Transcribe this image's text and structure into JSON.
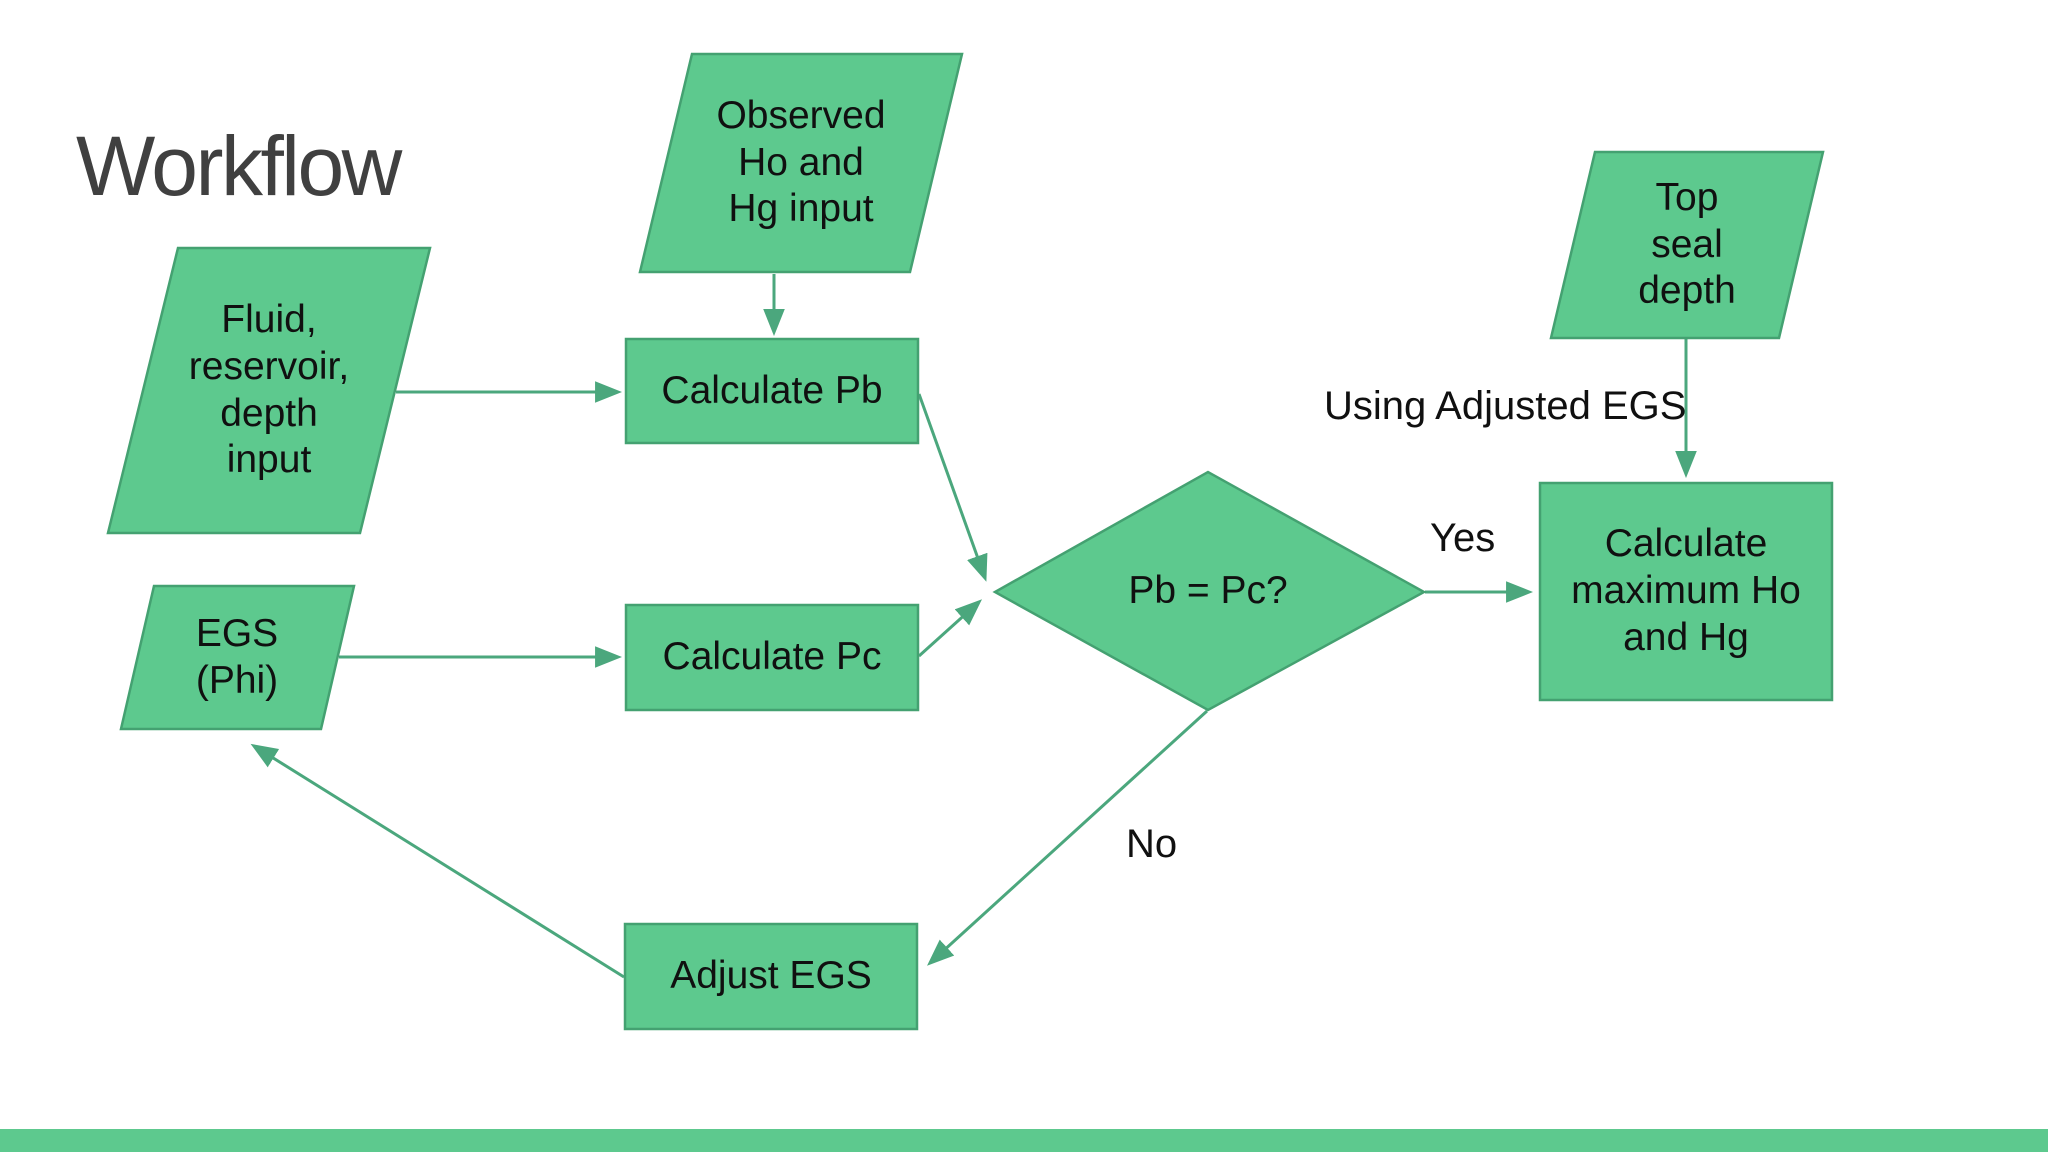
{
  "slide": {
    "title": "Workflow"
  },
  "colors": {
    "background": "#ffffff",
    "shape_fill": "#5dc98e",
    "shape_stroke": "#44a171",
    "arrow": "#4ba77d",
    "text": "#101010",
    "title_text": "#404040",
    "footer_bar": "#5dc98e"
  },
  "nodes": {
    "observed_input": {
      "type": "parallelogram-input",
      "label": "Observed\nHo and\nHg input"
    },
    "fluid_input": {
      "type": "parallelogram-input",
      "label": "Fluid,\nreservoir,\ndepth\ninput"
    },
    "egs_input": {
      "type": "parallelogram-input",
      "label": "EGS\n(Phi)"
    },
    "top_seal_input": {
      "type": "parallelogram-input",
      "label": "Top\nseal\ndepth"
    },
    "calculate_pb": {
      "type": "process",
      "label": "Calculate Pb"
    },
    "calculate_pc": {
      "type": "process",
      "label": "Calculate Pc"
    },
    "adjust_egs": {
      "type": "process",
      "label": "Adjust EGS"
    },
    "calculate_max": {
      "type": "process",
      "label": "Calculate\nmaximum Ho\nand Hg"
    },
    "decision": {
      "type": "decision",
      "label": "Pb = Pc?"
    }
  },
  "edge_labels": {
    "yes": "Yes",
    "no": "No",
    "using_adjusted_egs": "Using Adjusted EGS"
  }
}
